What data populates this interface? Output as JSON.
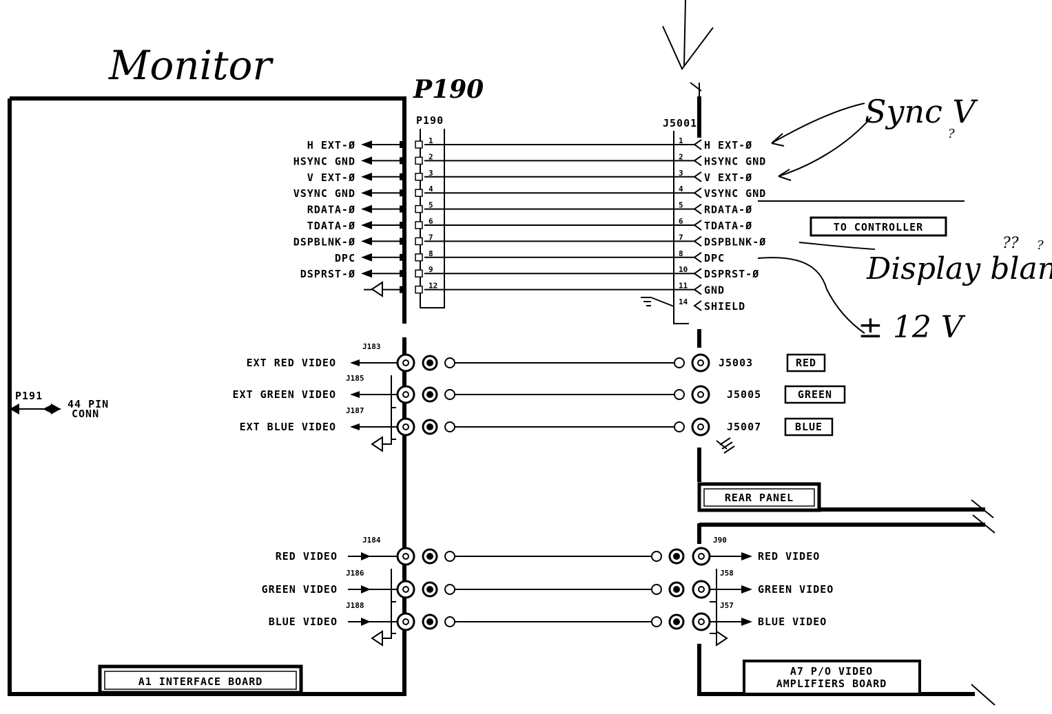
{
  "annotations": {
    "monitor": "Monitor",
    "p190_hand": "P190",
    "sync": "Sync V",
    "sync_mark": "?",
    "display_blank": "Display blank",
    "display_blank_q1": "??",
    "display_blank_q2": "?",
    "plus12v": "± 12 V"
  },
  "boards": {
    "a1": "A1 INTERFACE BOARD",
    "a7_line1": "A7 P/O VIDEO",
    "a7_line2": "AMPLIFIERS BOARD",
    "rear_panel": "REAR PANEL",
    "to_controller": "TO CONTROLLER"
  },
  "connectors": {
    "p190": "P190",
    "j5001": "J5001",
    "p191": "P191",
    "p191_note_1": "44 PIN",
    "p191_note_2": "CONN"
  },
  "signals_left": [
    "H EXT-Ø",
    "HSYNC GND",
    "V EXT-Ø",
    "VSYNC GND",
    "RDATA-Ø",
    "TDATA-Ø",
    "DSPBLNK-Ø",
    "DPC",
    "DSPRST-Ø"
  ],
  "pins_left": [
    "1",
    "2",
    "3",
    "4",
    "5",
    "6",
    "7",
    "8",
    "9",
    "12"
  ],
  "signals_right": [
    "H EXT-Ø",
    "HSYNC GND",
    "V EXT-Ø",
    "VSYNC GND",
    "RDATA-Ø",
    "TDATA-Ø",
    "DSPBLNK-Ø",
    "DPC",
    "DSPRST-Ø",
    "GND",
    "SHIELD"
  ],
  "pins_right": [
    "1",
    "2",
    "3",
    "4",
    "5",
    "6",
    "7",
    "8",
    "10",
    "11",
    "14"
  ],
  "ext_video": {
    "left_labels": [
      "EXT RED VIDEO",
      "EXT GREEN VIDEO",
      "EXT BLUE VIDEO"
    ],
    "left_jacks": [
      "J183",
      "J185",
      "J187"
    ],
    "right_jacks": [
      "J5003",
      "J5005",
      "J5007"
    ],
    "color_tags": [
      "RED",
      "GREEN",
      "BLUE"
    ]
  },
  "video": {
    "left_labels": [
      "RED VIDEO",
      "GREEN VIDEO",
      "BLUE VIDEO"
    ],
    "left_jacks": [
      "J184",
      "J186",
      "J188"
    ],
    "right_jacks": [
      "J90",
      "J58",
      "J57"
    ],
    "right_labels": [
      "RED VIDEO",
      "GREEN VIDEO",
      "BLUE VIDEO"
    ]
  }
}
